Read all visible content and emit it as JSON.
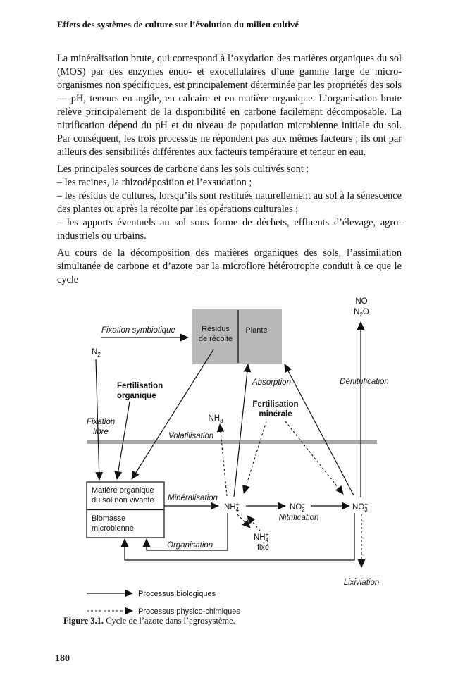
{
  "page": {
    "header": "Effets des systèmes de culture sur l’évolution du milieu cultivé",
    "page_number": "180"
  },
  "text": {
    "p1": "La minéralisation brute, qui correspond à l’oxydation des matières organiques du sol (MOS) par des enzymes endo- et exocellulaires d’une gamme large de micro-organismes non spécifiques, est principalement déterminée par les propriétés des sols — pH, teneurs en argile, en calcaire et en matière organique. L’organisation brute relève principalement de la disponibilité en carbone facilement décomposable. La nitrification dépend du pH et du niveau de population microbienne initiale du sol. Par conséquent, les trois processus ne répondent pas aux mêmes facteurs ; ils ont par ailleurs des sensibilités différentes aux facteurs température et teneur en eau.",
    "p2_intro": "Les principales sources de carbone dans les sols cultivés sont :",
    "p2_items": [
      "– les racines, la rhizodéposition et l’exsudation ;",
      "– les résidus de cultures, lorsqu’ils sont restitués naturellement au sol à la sénescence des plantes ou après la récolte par les opérations culturales ;",
      "– les apports éventuels au sol sous forme de déchets, effluents d’élevage, agro-industriels ou urbains."
    ],
    "p3": "Au cours de la décomposition des matières organiques des sols, l’assimilation simultanée de carbone et d’azote par la microflore hétérotrophe conduit à ce que le cycle"
  },
  "figure": {
    "caption_label": "Figure 3.1.",
    "caption_text": " Cycle de l’azote dans l’agrosystème.",
    "boxes": {
      "residus_1": "Résidus",
      "residus_2": "de récolte",
      "plante": "Plante",
      "mos_1": "Matière organique",
      "mos_2": "du sol non vivante",
      "biomasse_1": "Biomasse",
      "biomasse_2": "microbienne"
    },
    "labels": {
      "fixation_symbiotique": "Fixation symbiotique",
      "fixation_libre_1": "Fixation",
      "fixation_libre_2": "libre",
      "fertilisation_organique_1": "Fertilisation",
      "fertilisation_organique_2": "organique",
      "fertilisation_minerale_1": "Fertilisation",
      "fertilisation_minerale_2": "minérale",
      "absorption": "Absorption",
      "denitrification": "Dénitrification",
      "volatilisation": "Volatilisation",
      "mineralisation": "Minéralisation",
      "nitrification": "Nitrification",
      "organisation": "Organisation",
      "lixiviation": "Lixiviation",
      "fixe": "fixé"
    },
    "species": {
      "no": "NO",
      "n2o_a": "N",
      "n2o_sub": "2",
      "n2o_b": "O",
      "n2_a": "N",
      "n2_sub": "2",
      "nh3_a": "NH",
      "nh3_sub": "3",
      "nh4_a": "NH",
      "nh4_sub": "4",
      "nh4_sup": "+",
      "no2_a": "NO",
      "no2_sub": "2",
      "no2_sup": "−",
      "no3_a": "NO",
      "no3_sub": "3",
      "no3_sup": "−"
    },
    "legend": {
      "solid": "Processus biologiques",
      "dashed": "Processus physico-chimiques"
    },
    "colors": {
      "box_gray": "#b9b9b9",
      "bar_gray": "#a5a5a5",
      "ink": "#111111"
    }
  }
}
